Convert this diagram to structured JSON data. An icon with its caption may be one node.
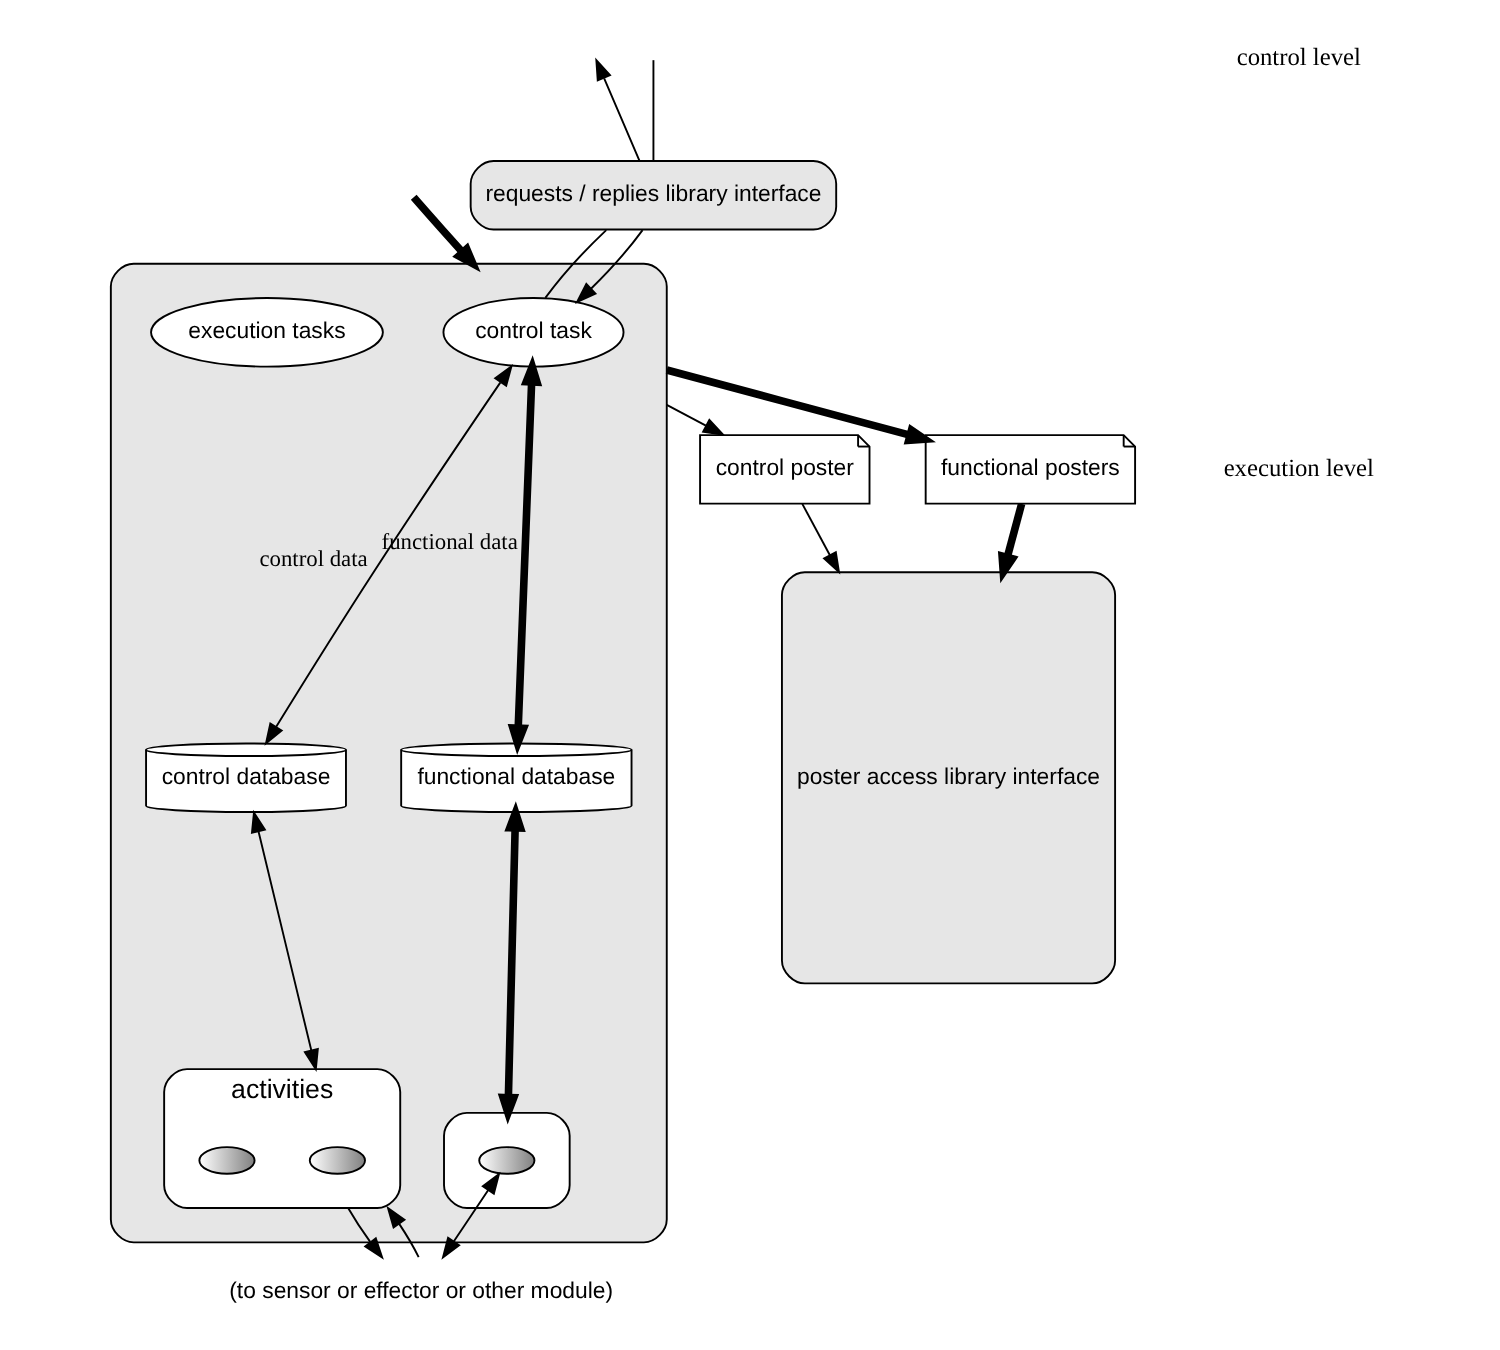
{
  "diagram": {
    "nodes": [
      {
        "text": [
          "requests / replies library interface"
        ]
      },
      {
        "text": [],
        "shape": "box"
      },
      {
        "text": [
          "control task"
        ],
        "in": 1
      },
      {
        "text": [
          "control database"
        ],
        "in": 1
      },
      {
        "text": [
          "functional database"
        ],
        "in": 1
      },
      {
        "text": [
          "activities"
        ],
        "in": 1
      },
      {
        "text": [
          "execution tasks"
        ],
        "in": 1
      },
      {
        "text": [],
        "shape": "ellipse",
        "in": 1
      },
      {
        "text": [],
        "shape": "ellipse",
        "in": 5
      },
      {
        "text": [],
        "shape": "ellipse",
        "in": 5
      },
      {
        "text": [],
        "shape": "ellipse",
        "in": 7
      },
      {
        "text": [
          "control poster"
        ]
      },
      {
        "text": [
          "functional posters"
        ]
      },
      {
        "text": [
          "poster access library interface"
        ]
      },
      {
        "text": [
          "(to sensor or effector or other module)"
        ]
      }
    ],
    "edges": [
      {
        "from": null,
        "to": 0,
        "arrow": "none"
      },
      {
        "from": 0,
        "to": null,
        "arrow": "to"
      },
      {
        "from": 0,
        "to": 2,
        "arrow": "to"
      },
      {
        "from": 2,
        "to": 0,
        "arrow": "none"
      },
      {
        "from": 2,
        "to": 3,
        "arrow": "both",
        "label": "control data"
      },
      {
        "from": 2,
        "to": 4,
        "arrow": "both",
        "label": "functional data",
        "style": "thick"
      },
      {
        "from": 3,
        "to": 5,
        "arrow": "both"
      },
      {
        "from": 4,
        "to": 7,
        "arrow": "both",
        "style": "thick"
      },
      {
        "from": 1,
        "to": 11,
        "arrow": "to"
      },
      {
        "from": 11,
        "to": 13,
        "arrow": "to"
      },
      {
        "from": null,
        "to": 1,
        "arrow": "to",
        "style": "thick"
      },
      {
        "from": 1,
        "to": 12,
        "arrow": "to",
        "style": "thick"
      },
      {
        "from": 12,
        "to": 13,
        "arrow": "to",
        "style": "thick"
      },
      {
        "from": 5,
        "to": 14,
        "arrow": "to"
      },
      {
        "from": 14,
        "to": 5,
        "arrow": "to"
      },
      {
        "from": 10,
        "to": 14,
        "arrow": "both"
      }
    ],
    "labels": [
      "control level",
      "execution level"
    ]
  }
}
